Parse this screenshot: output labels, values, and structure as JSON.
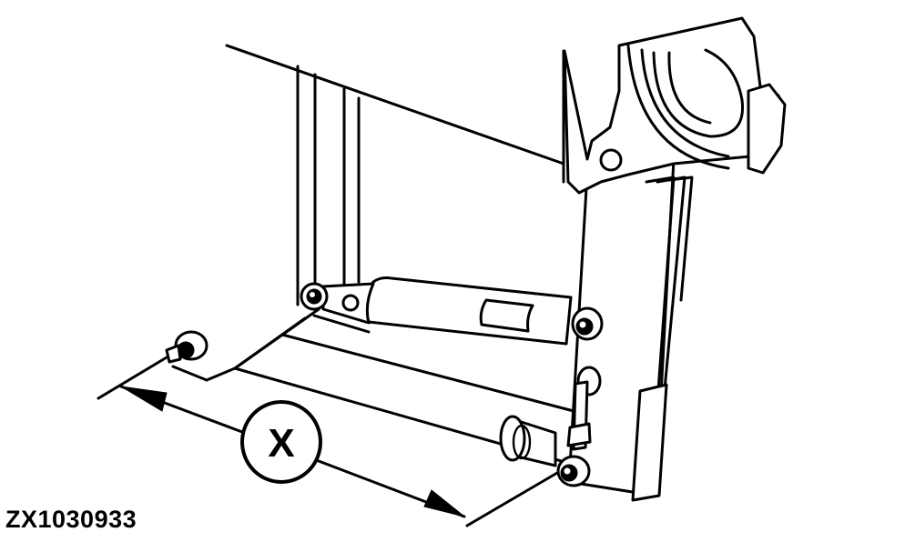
{
  "figure": {
    "id_label": "ZX1030933",
    "description": "Gas strut / spring cylinder mounting between frame and pivot arm, with dimension X between mounting pin centers",
    "line_color": "#000000",
    "background_color": "#ffffff"
  },
  "callouts": [
    {
      "label": "X",
      "meaning": "dimension between lower mounting pin and arm pin"
    }
  ],
  "parts": [
    {
      "name": "upper-frame-edge"
    },
    {
      "name": "vertical-frame-posts"
    },
    {
      "name": "gas-strut-cylinder"
    },
    {
      "name": "strut-label-plate"
    },
    {
      "name": "upper-strut-nut"
    },
    {
      "name": "lower-cylinder"
    },
    {
      "name": "lower-left-nut"
    },
    {
      "name": "lower-right-nut"
    },
    {
      "name": "pivot-arm"
    },
    {
      "name": "pulley-housing"
    },
    {
      "name": "latch-pin"
    },
    {
      "name": "dimension-arrow"
    }
  ]
}
